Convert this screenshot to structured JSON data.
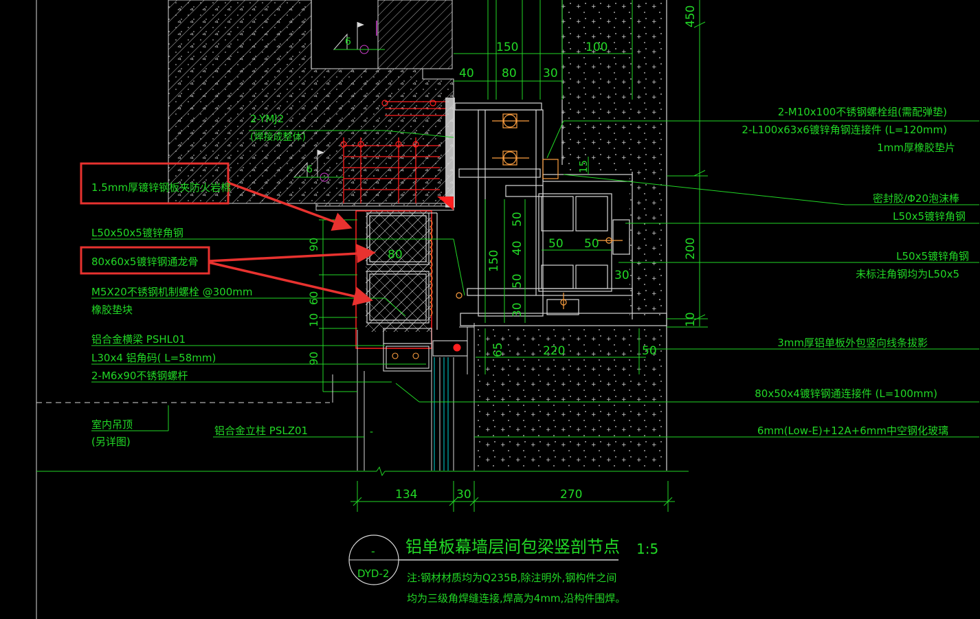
{
  "colors": {
    "background": "#000000",
    "line_green": "#22d826",
    "line_white": "#d8d8d8",
    "line_red": "#ff2020",
    "highlight_red": "#e8322f",
    "bolt_orange": "#ffa040",
    "magenta": "#d040d0",
    "cyan": "#00d8d8"
  },
  "callouts_left": [
    {
      "id": "c1",
      "text": "2-YMJ2"
    },
    {
      "id": "c2",
      "text": "(焊接成整体)"
    },
    {
      "id": "c3",
      "text": "1.5mm厚镀锌钢板夹防火岩棉",
      "highlighted": true
    },
    {
      "id": "c4",
      "text": "L50x50x5镀锌角钢"
    },
    {
      "id": "c5",
      "text": "80x60x5镀锌钢通龙骨",
      "highlighted": true
    },
    {
      "id": "c6",
      "text": "M5X20不锈钢机制螺栓 @300mm"
    },
    {
      "id": "c7",
      "text": "橡胶垫块"
    },
    {
      "id": "c8",
      "text": "铝合金横梁 PSHL01"
    },
    {
      "id": "c9",
      "text": "L30x4 铝角码( L=58mm)"
    },
    {
      "id": "c10",
      "text": "2-M6x90不锈钢螺杆"
    },
    {
      "id": "c11",
      "text": "室内吊顶"
    },
    {
      "id": "c12",
      "text": "(另详图)"
    },
    {
      "id": "c13",
      "text": "铝合金立柱 PSLZ01"
    }
  ],
  "callouts_right": [
    {
      "id": "r1",
      "text": "2-M10x100不锈钢螺栓组(需配弹垫)"
    },
    {
      "id": "r2",
      "text": "2-L100x63x6镀锌角钢连接件 (L=120mm)"
    },
    {
      "id": "r3",
      "text": "1mm厚橡胶垫片"
    },
    {
      "id": "r4",
      "text": "密封胶/Φ20泡沫棒"
    },
    {
      "id": "r5",
      "text": "L50x5镀锌角钢"
    },
    {
      "id": "r6",
      "text": "L50x5镀锌角钢"
    },
    {
      "id": "r7",
      "text": "未标注角钢均为L50x5"
    },
    {
      "id": "r8",
      "text": "3mm厚铝单板外包竖向线条拔影"
    },
    {
      "id": "r9",
      "text": "80x50x4镀锌钢通连接件 (L=100mm)"
    },
    {
      "id": "r10",
      "text": "6mm(Low-E)+12A+6mm中空钢化玻璃"
    }
  ],
  "dimensions": {
    "top_150": "150",
    "top_100": "100",
    "top_40": "40",
    "top_80": "80",
    "top_30": "30",
    "right_450": "450",
    "right_200": "200",
    "right_10": "10",
    "inner_15": "15",
    "inner_50a": "50",
    "inner_40": "40",
    "inner_50b": "50",
    "inner_150": "150",
    "inner_30a": "30",
    "inner_50c": "50",
    "inner_50d": "50",
    "inner_30b": "30",
    "inner_80": "80",
    "left_90a": "90",
    "left_60": "60",
    "left_10": "10",
    "left_90b": "90",
    "lower_65": "65",
    "lower_220": "220",
    "lower_50": "50",
    "bottom_134": "134",
    "bottom_30": "30",
    "bottom_270": "270"
  },
  "weld_marks": [
    {
      "id": "w1",
      "text": "6"
    },
    {
      "id": "w2",
      "text": "6"
    }
  ],
  "title_block": {
    "symbol_top": "-",
    "symbol_bottom": "DYD-2",
    "title": "铝单板幕墙层间包梁竖剖节点",
    "scale": "1:5",
    "note_line1": "注:钢材材质均为Q235B,除注明外,钢构件之间",
    "note_line2": "均为三级角焊缝连接,焊高为4mm,沿构件围焊。"
  },
  "center_mark": "-"
}
